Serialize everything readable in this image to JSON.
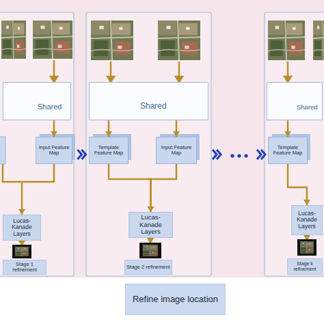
{
  "diagram": {
    "nodes": [
      {
        "text": [
          "Shared"
        ]
      },
      {
        "text": [
          "Input Feature Map"
        ]
      },
      {
        "text": [
          "Lucas-Kanade Layers"
        ]
      },
      {
        "text": [
          "Stage 1 refinement"
        ]
      },
      {
        "text": [
          "Shared"
        ]
      },
      {
        "text": [
          "Template Feature Map"
        ]
      },
      {
        "text": [
          "Input Feature Map"
        ]
      },
      {
        "text": [
          "Lucas-Kanade Layers"
        ]
      },
      {
        "text": [
          "Stage 2 refinement"
        ]
      },
      {
        "text": [
          "Shared"
        ]
      },
      {
        "text": [
          "Template Feature Map"
        ]
      },
      {
        "text": [
          "Lucas-Kanade Layers"
        ]
      },
      {
        "text": [
          "Stage k refinement"
        ]
      },
      {
        "text": [
          "Refine image location"
        ]
      }
    ],
    "edges": [
      {
        "from": 0,
        "to": 1,
        "arrow": "to"
      },
      {
        "from": 1,
        "to": 2,
        "arrow": "to"
      },
      {
        "from": 1,
        "to": 5,
        "arrow": "to"
      },
      {
        "from": 4,
        "to": 5,
        "arrow": "to"
      },
      {
        "from": 4,
        "to": 6,
        "arrow": "to"
      },
      {
        "from": 5,
        "to": 7,
        "arrow": "to"
      },
      {
        "from": 6,
        "to": 7,
        "arrow": "to"
      },
      {
        "from": 6,
        "to": 10,
        "arrow": "to"
      },
      {
        "from": 9,
        "to": 10,
        "arrow": "to"
      },
      {
        "from": 10,
        "to": 11,
        "arrow": "to"
      }
    ]
  }
}
